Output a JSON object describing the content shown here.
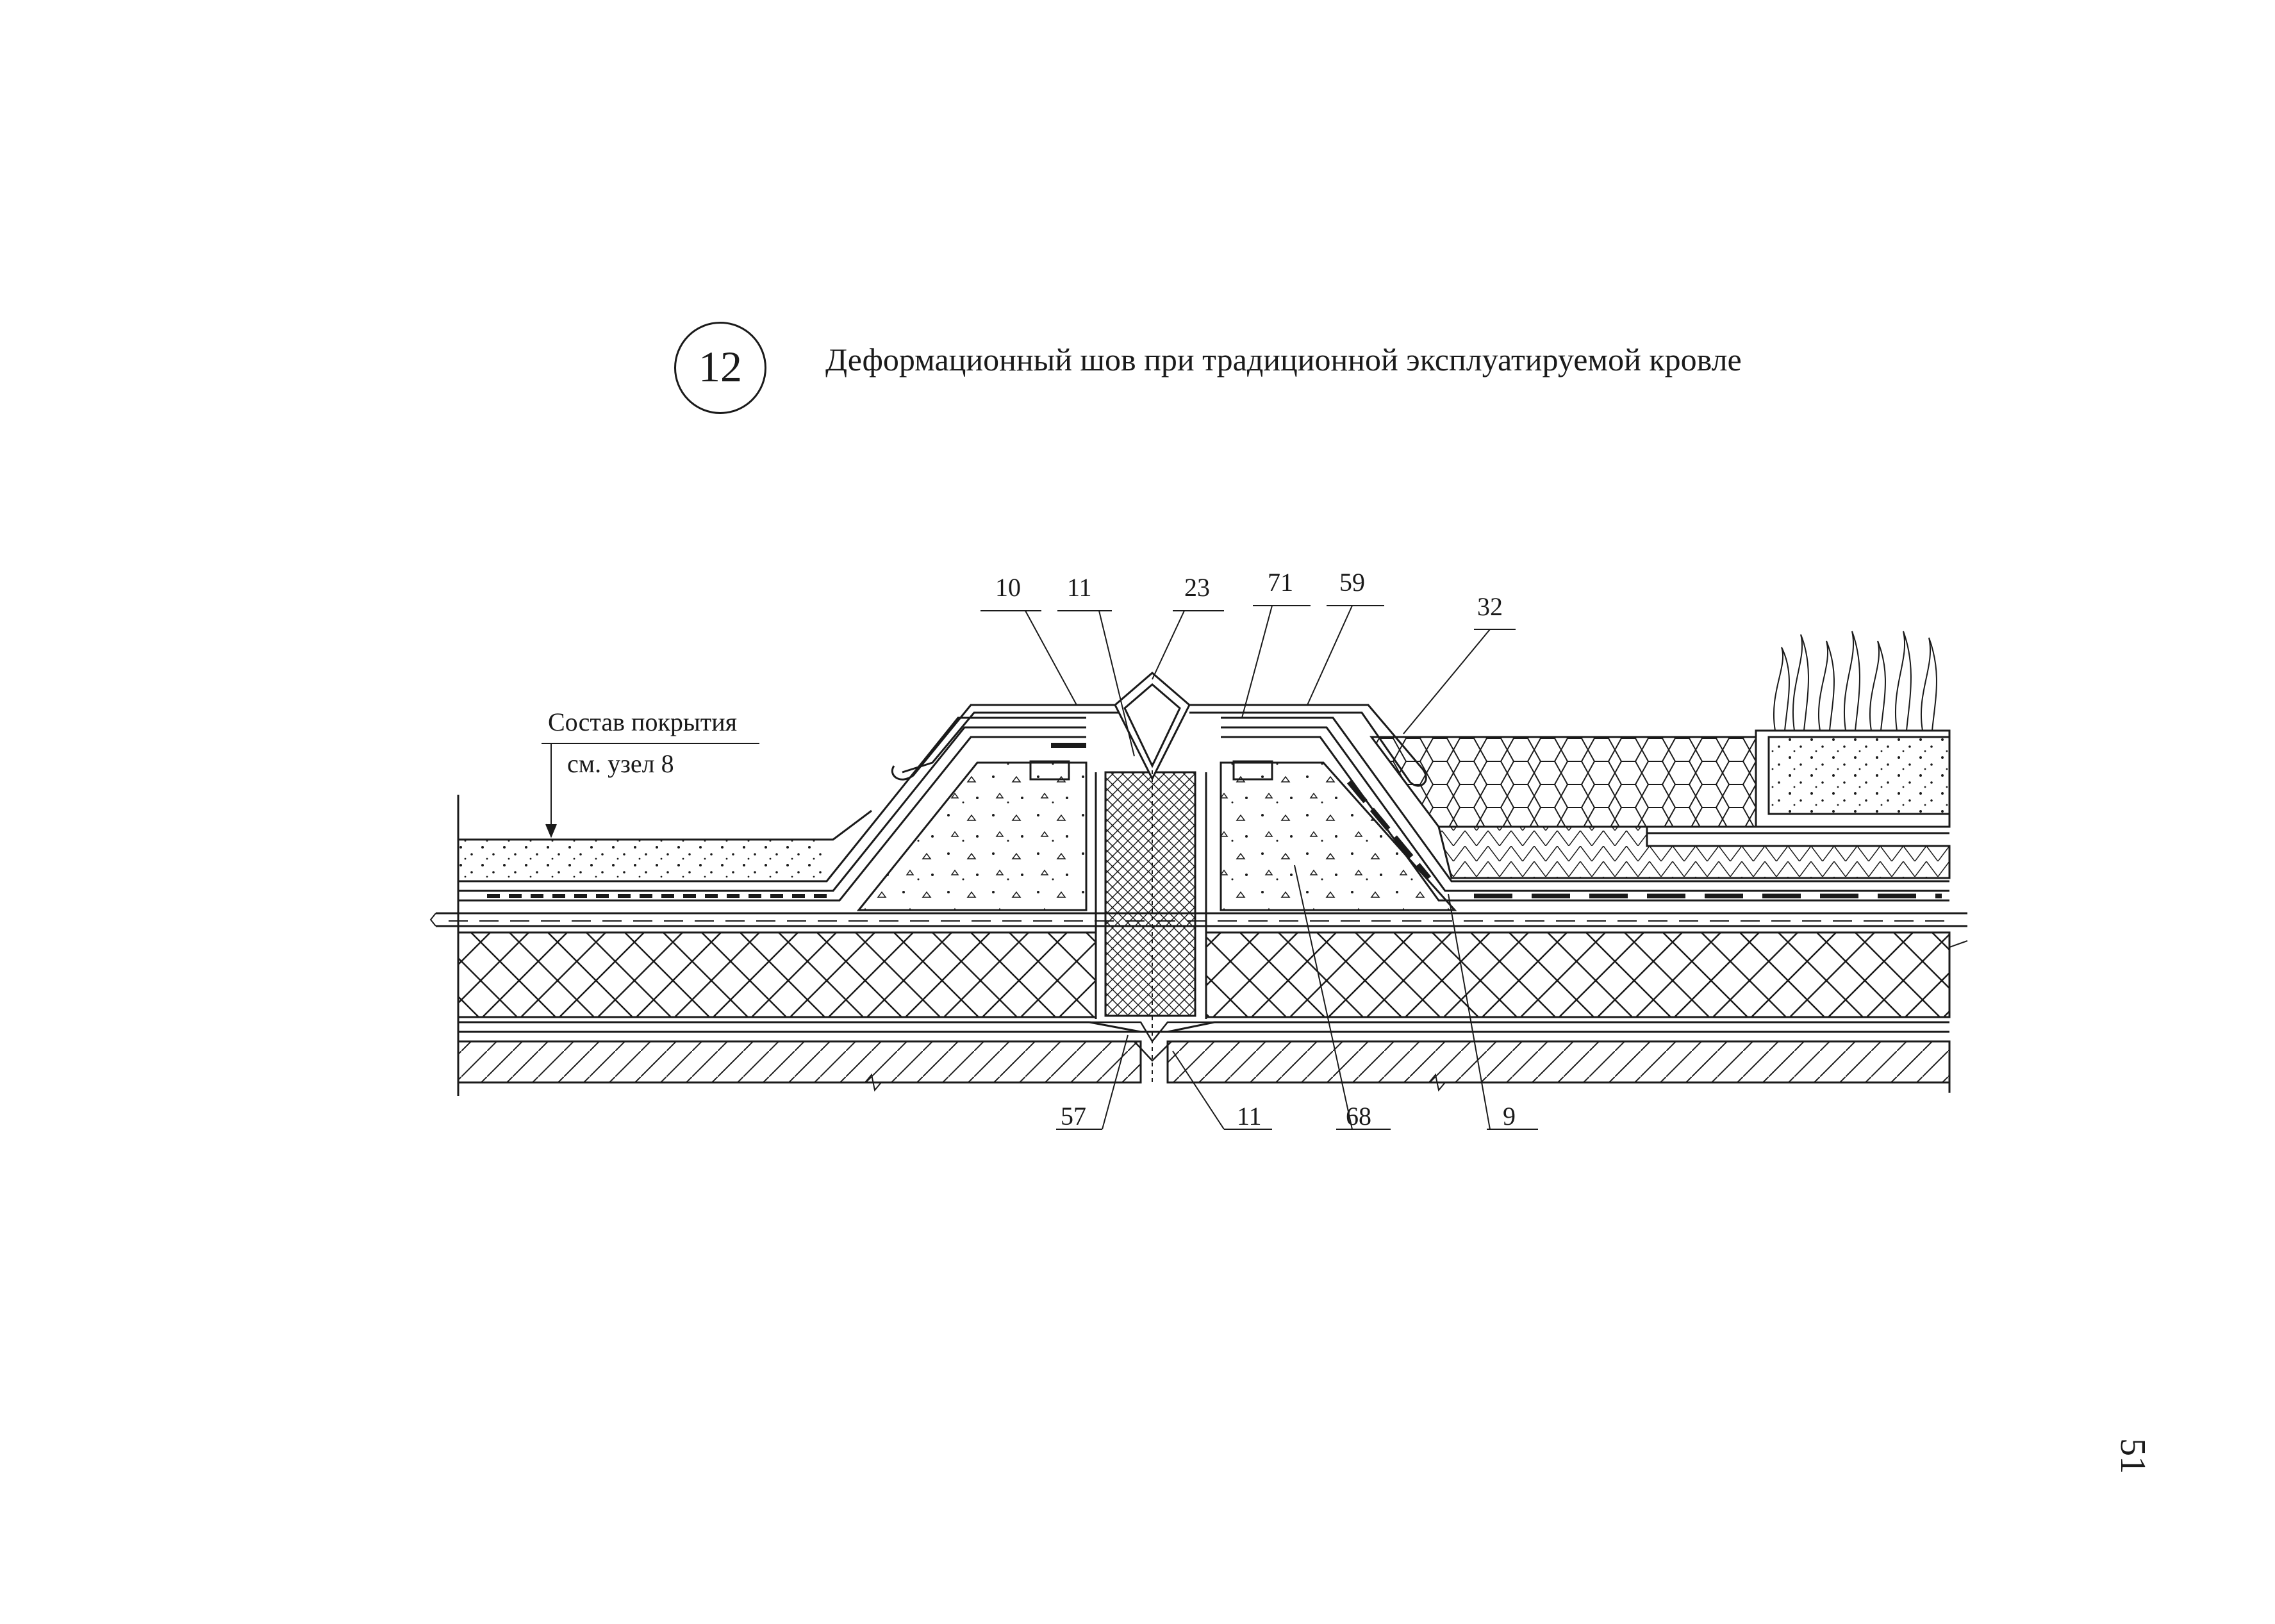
{
  "header": {
    "detail_number": "12",
    "title": "Деформационный шов при традиционной эксплуатируемой кровле"
  },
  "note": {
    "line1": "Состав покрытия",
    "line2": "см. узел 8"
  },
  "callouts_top": [
    "10",
    "11",
    "23",
    "71",
    "59",
    "32"
  ],
  "callouts_bottom": [
    "57",
    "11",
    "68",
    "9"
  ],
  "page_number": "51"
}
